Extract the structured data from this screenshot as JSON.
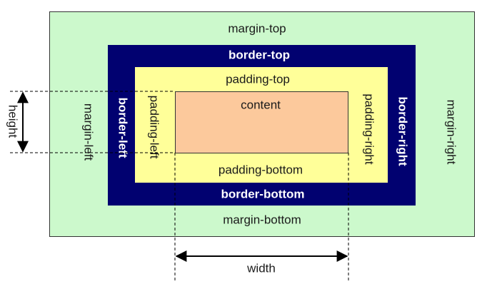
{
  "colors": {
    "margin": "#ccf9cc",
    "border": "#010170",
    "padding": "#ffff99",
    "content": "#fcc99c",
    "dark_text": "#1a1a1a",
    "light_text": "#ffffff"
  },
  "labels": {
    "margin_top": "margin-top",
    "margin_bottom": "margin-bottom",
    "margin_left": "margin-left",
    "margin_right": "margin-right",
    "border_top": "border-top",
    "border_bottom": "border-bottom",
    "border_left": "border-left",
    "border_right": "border-right",
    "padding_top": "padding-top",
    "padding_bottom": "padding-bottom",
    "padding_left": "padding-left",
    "padding_right": "padding-right",
    "content": "content",
    "height": "height",
    "width": "width"
  }
}
